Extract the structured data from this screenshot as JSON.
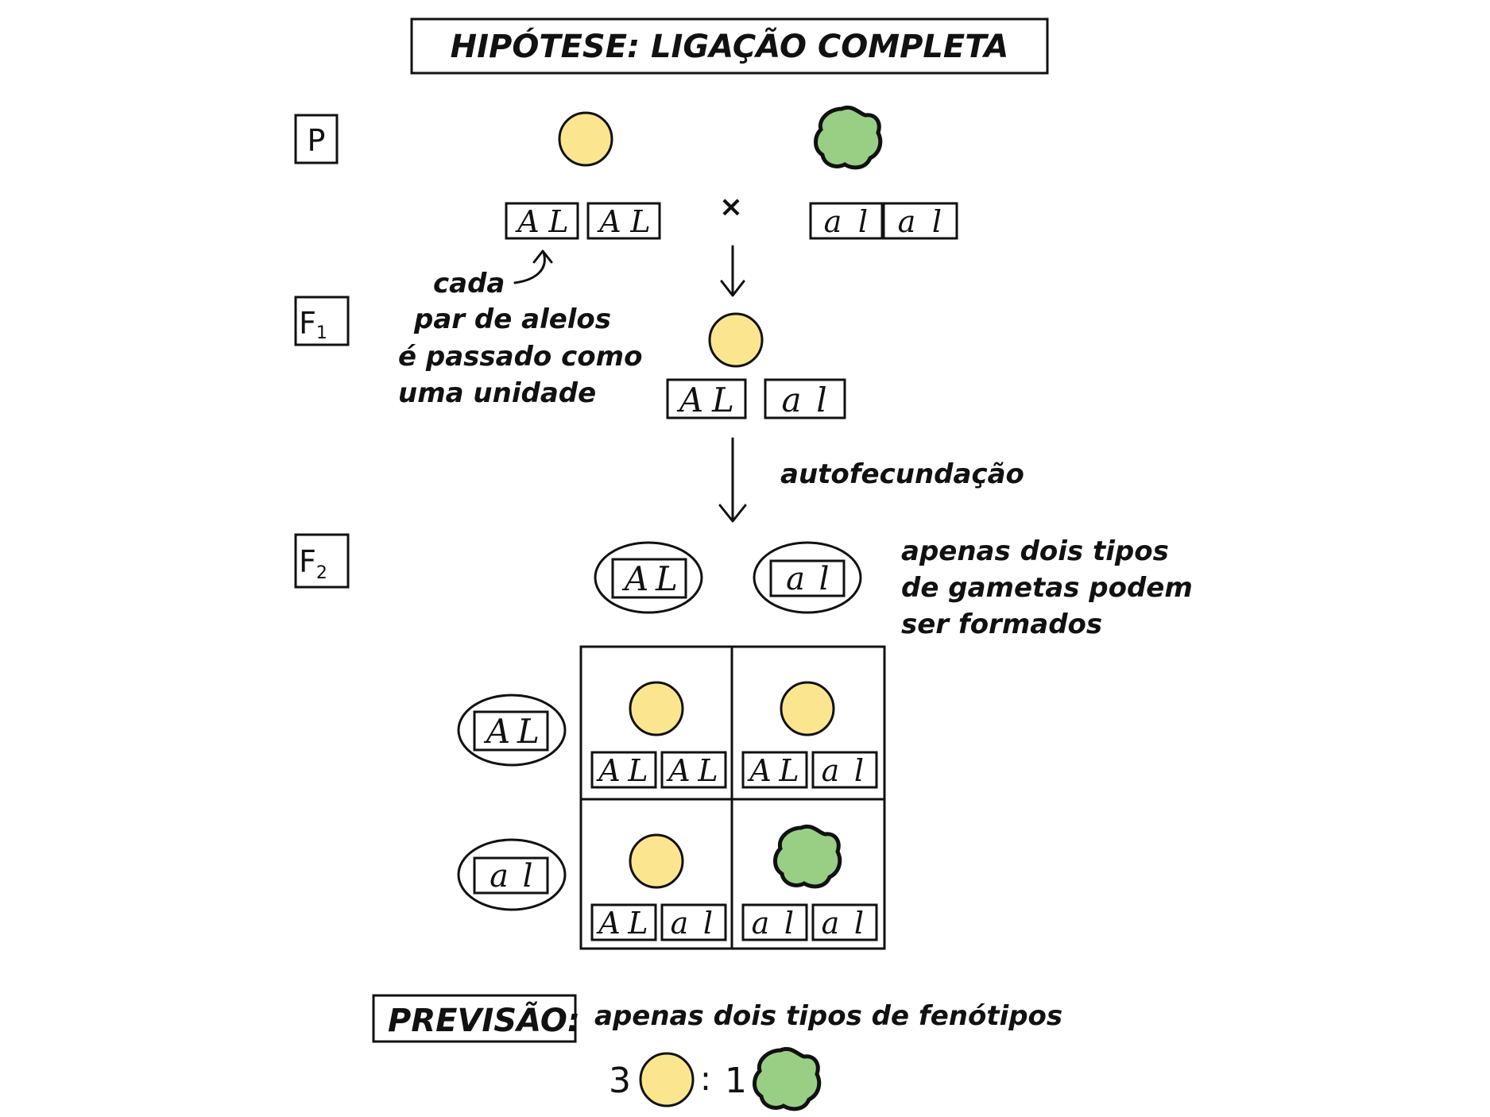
{
  "title": "HIPÓTESE: LIGAÇÃO COMPLETA",
  "generations": {
    "p": "P",
    "f1": "F",
    "f1_sub": "1",
    "f2": "F",
    "f2_sub": "2"
  },
  "cross_symbol": "×",
  "parents": {
    "left_alleles": [
      "A",
      "L",
      "A",
      "L"
    ],
    "right_alleles": [
      "a",
      "l",
      "a",
      "l"
    ]
  },
  "note_unit": [
    "cada",
    "par de alelos",
    "é passado como",
    "uma unidade"
  ],
  "f1_alleles": [
    "A",
    "L",
    "a",
    "l"
  ],
  "selfing_label": "autofecundação",
  "gametes": [
    {
      "alleles": [
        "A",
        "L"
      ]
    },
    {
      "alleles": [
        "a",
        "l"
      ]
    }
  ],
  "note_gametes": [
    "apenas dois tipos",
    "de gametas podem",
    "ser formados"
  ],
  "punnett": [
    {
      "phenotype": "round-yellow",
      "alleles": [
        "A",
        "L",
        "A",
        "L"
      ]
    },
    {
      "phenotype": "round-yellow",
      "alleles": [
        "A",
        "L",
        "a",
        "l"
      ]
    },
    {
      "phenotype": "round-yellow",
      "alleles": [
        "A",
        "L",
        "a",
        "l"
      ]
    },
    {
      "phenotype": "wrinkled-green",
      "alleles": [
        "a",
        "l",
        "a",
        "l"
      ]
    }
  ],
  "prediction": {
    "label": "PREVISÃO",
    "colon": ":",
    "text": "apenas dois tipos de fenótipos",
    "ratio_left": "3",
    "ratio_sep": ":",
    "ratio_right": "1"
  },
  "colors": {
    "yellow": "#fbe68f",
    "green": "#98cf85",
    "outline": "#111111"
  },
  "icons": {
    "round": "round-yellow-pea-icon",
    "wrinkled": "wrinkled-green-pea-icon"
  }
}
